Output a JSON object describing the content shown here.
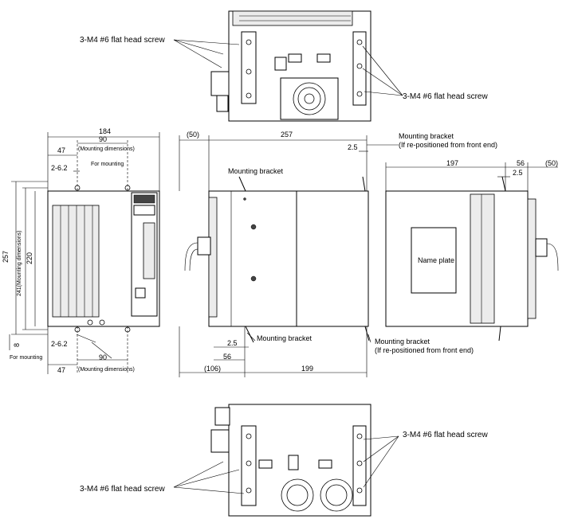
{
  "labels": {
    "screw_top_left": "3-M4  #6 flat head screw",
    "screw_top_right": "3-M4  #6 flat head screw",
    "screw_bottom_right": "3-M4  #6 flat head screw",
    "screw_bottom_left": "3-M4  #6 flat head screw",
    "mounting_bracket_top": "Mounting bracket",
    "mounting_bracket_repos_top": "Mounting bracket",
    "repos_note_top": "(If re-positioned from front end)",
    "mounting_bracket_bottom": "Mounting bracket",
    "mounting_bracket_repos_bottom": "Mounting bracket",
    "repos_note_bottom": "(If re-positioned from front end)",
    "name_plate": "Name plate",
    "for_mounting_top": "For mounting",
    "for_mounting_bottom": "For mounting",
    "mounting_dims_top": "(Mounting dimensions)",
    "mounting_dims_bottom": "(Mounting dimensions)"
  },
  "dimensions": {
    "front_width": "184",
    "front_left_47_top": "47",
    "front_90_top": "90",
    "front_hole_top": "2-6.2",
    "front_hole_bottom": "2-6.2",
    "front_left_47_bottom": "47",
    "front_90_bottom": "90",
    "front_height_257": "257",
    "front_height_241": "241(Mounting dimensions)",
    "front_height_220": "220",
    "front_8": "8",
    "side_50": "(50)",
    "side_257": "257",
    "side_2_5_top": "2.5",
    "side_2_5_bottom": "2.5",
    "side_56": "56",
    "side_106": "(106)",
    "side_199": "199",
    "right_197": "197",
    "right_56": "56",
    "right_50": "(50)",
    "right_2_5": "2.5"
  }
}
